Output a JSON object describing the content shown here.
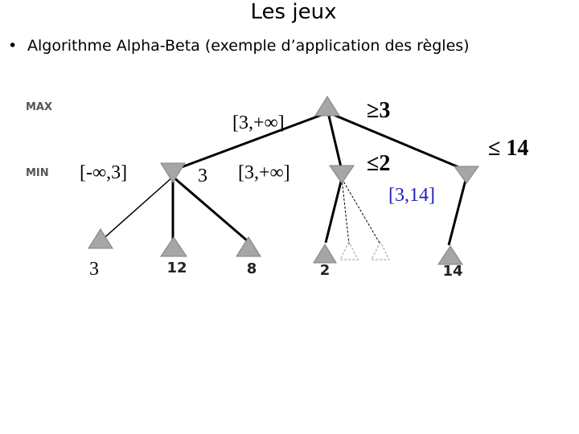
{
  "slide": {
    "title": "Les jeux",
    "bullet_symbol": "•",
    "bullet_text": "Algorithme Alpha-Beta (exemple d’application des règles)"
  },
  "tree": {
    "level_labels": {
      "max": "MAX",
      "min": "MIN"
    },
    "annotations": {
      "root_interval": "[3,+∞]",
      "root_bound": "≥3",
      "min1_interval": "[-∞,3]",
      "min1_value": "3",
      "min2_interval": "[3,+∞]",
      "min2_bound": "≤2",
      "min3_bound": "≤ 14",
      "min3_interval": "[3,14]",
      "leaf1_value": "3"
    },
    "leaf_values": [
      "12",
      "8",
      "2",
      "14"
    ],
    "colors": {
      "node_fill": "#a6a6a6",
      "pruned": "#bbbbbb",
      "interval_blue": "#2020c0"
    }
  }
}
